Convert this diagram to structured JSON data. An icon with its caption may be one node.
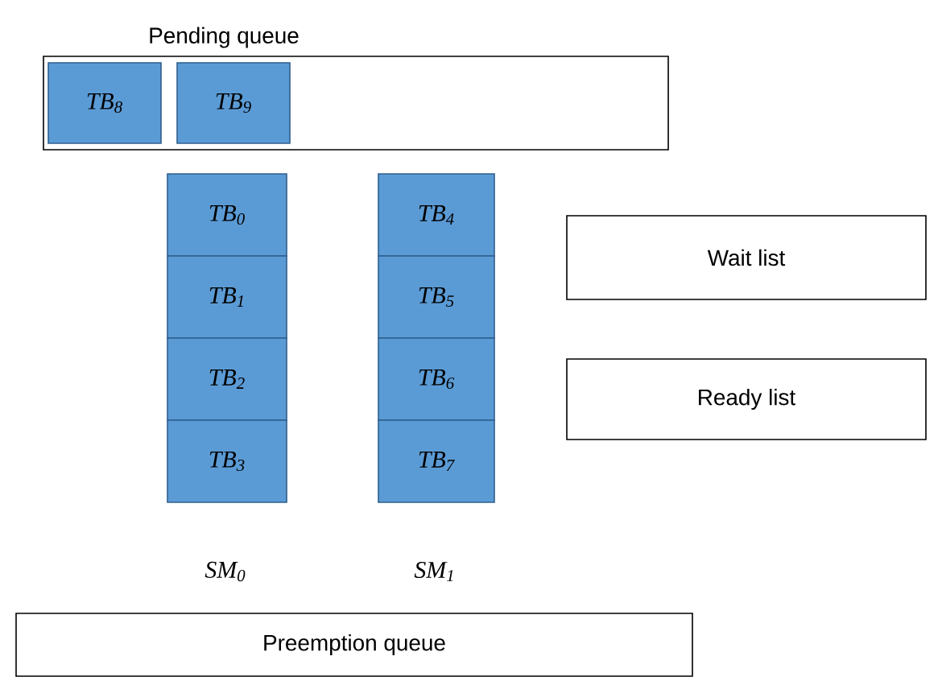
{
  "diagram": {
    "nodes": [
      {
        "text": [
          "Pending queue"
        ]
      },
      {
        "text": [
          "TB$_{8}$"
        ],
        "in": 0
      },
      {
        "text": [
          "TB$_{9}$"
        ],
        "in": 0
      },
      {
        "text": [
          "TB$_{0}$"
        ]
      },
      {
        "text": [
          "TB$_{1}$"
        ]
      },
      {
        "text": [
          "TB$_{2}$"
        ]
      },
      {
        "text": [
          "TB$_{3}$"
        ]
      },
      {
        "text": [
          "TB$_{4}$"
        ]
      },
      {
        "text": [
          "TB$_{5}$"
        ]
      },
      {
        "text": [
          "TB$_{6}$"
        ]
      },
      {
        "text": [
          "TB$_{7}$"
        ]
      },
      {
        "text": [
          "Wait list"
        ]
      },
      {
        "text": [
          "Ready list"
        ]
      },
      {
        "text": [
          "Preemption queue"
        ]
      }
    ],
    "labels": [
      "SM$_{0}$",
      "SM$_{1}$"
    ]
  }
}
